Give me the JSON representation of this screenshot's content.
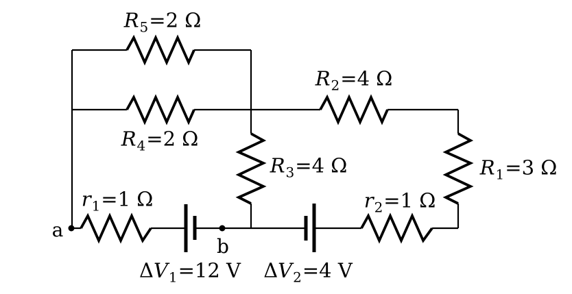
{
  "diagram_type": "electric-circuit-schematic",
  "labels": {
    "R5": {
      "prefix": "",
      "var": "R",
      "sub": "5",
      "eq": "=2 Ω"
    },
    "R4": {
      "prefix": "",
      "var": "R",
      "sub": "4",
      "eq": "=2 Ω"
    },
    "R2": {
      "prefix": "",
      "var": "R",
      "sub": "2",
      "eq": "=4 Ω"
    },
    "R3": {
      "prefix": "",
      "var": "R",
      "sub": "3",
      "eq": "=4 Ω"
    },
    "R1": {
      "prefix": "",
      "var": "R",
      "sub": "1",
      "eq": "=3 Ω"
    },
    "r1": {
      "prefix": "",
      "var": "r",
      "sub": "1",
      "eq": "=1 Ω"
    },
    "r2": {
      "prefix": "",
      "var": "r",
      "sub": "2",
      "eq": "=1 Ω"
    },
    "V1": {
      "prefix": "Δ",
      "var": "V",
      "sub": "1",
      "eq": "=12 V"
    },
    "V2": {
      "prefix": "Δ",
      "var": "V",
      "sub": "2",
      "eq": "=4 V"
    },
    "node_a": "a",
    "node_b": "b"
  },
  "components": {
    "resistors": [
      {
        "name": "R5",
        "value_ohms": 2,
        "orientation": "horizontal",
        "position": "top-branch"
      },
      {
        "name": "R4",
        "value_ohms": 2,
        "orientation": "horizontal",
        "position": "middle-branch-left"
      },
      {
        "name": "R2",
        "value_ohms": 4,
        "orientation": "horizontal",
        "position": "middle-branch-right"
      },
      {
        "name": "R3",
        "value_ohms": 4,
        "orientation": "vertical",
        "position": "center"
      },
      {
        "name": "R1",
        "value_ohms": 3,
        "orientation": "vertical",
        "position": "right"
      },
      {
        "name": "r1",
        "value_ohms": 1,
        "orientation": "horizontal",
        "position": "bottom-left"
      },
      {
        "name": "r2",
        "value_ohms": 1,
        "orientation": "horizontal",
        "position": "bottom-right"
      }
    ],
    "batteries": [
      {
        "name": "ΔV1",
        "value_volts": 12,
        "long_plate_side": "left",
        "position": "bottom-left"
      },
      {
        "name": "ΔV2",
        "value_volts": 4,
        "long_plate_side": "right",
        "position": "bottom-right"
      }
    ],
    "nodes": [
      {
        "name": "a",
        "position": "bottom-left-terminal"
      },
      {
        "name": "b",
        "position": "right-of-battery-1"
      }
    ]
  },
  "colors": {
    "line": "#000000",
    "background": "#ffffff"
  }
}
